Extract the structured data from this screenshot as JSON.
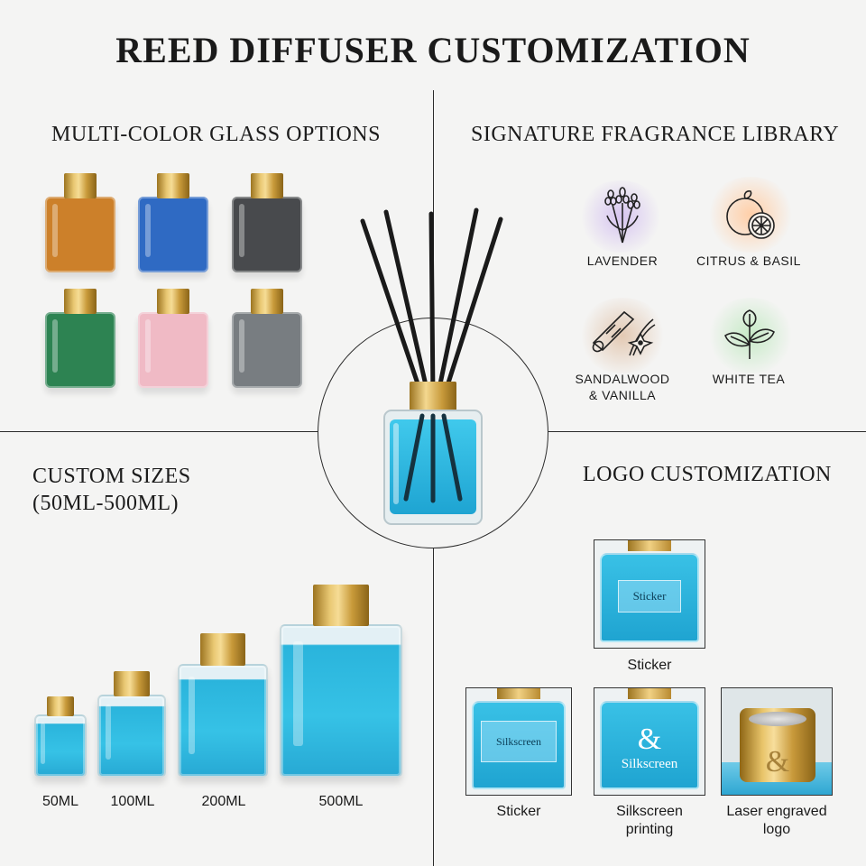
{
  "title": "REED DIFFUSER CUSTOMIZATION",
  "sections": {
    "glass": {
      "title": "MULTI-COLOR GLASS OPTIONS",
      "colors": [
        "#c9771a",
        "#1f5fbf",
        "#3a3c40",
        "#1d7a45",
        "#f0b6c2",
        "#6e7378"
      ]
    },
    "fragrance": {
      "title": "SIGNATURE FRAGRANCE LIBRARY",
      "items": [
        {
          "label": "LAVENDER",
          "glow": "#d9c8f2",
          "icon": "lavender-icon"
        },
        {
          "label": "CITRUS & BASIL",
          "glow": "#ffd3b0",
          "icon": "citrus-icon"
        },
        {
          "label_line1": "SANDALWOOD",
          "label_line2": "& VANILLA",
          "glow": "#e6cdb8",
          "icon": "sandalwood-vanilla-icon"
        },
        {
          "label": "WHITE TEA",
          "glow": "#c9ecc9",
          "icon": "tea-leaf-icon"
        }
      ]
    },
    "sizes": {
      "title_line1": "CUSTOM SIZES",
      "title_line2": "(50ML-500ML)",
      "items": [
        "50ML",
        "100ML",
        "200ML",
        "500ML"
      ]
    },
    "logo": {
      "title": "LOGO CUSTOMIZATION",
      "top_card_text": "Sticker",
      "top_caption": "Sticker",
      "cards": [
        {
          "label_text": "Silkscreen",
          "caption_line1": "Sticker",
          "caption_line2": ""
        },
        {
          "label_text_1": "&",
          "label_text_2": "Silkscreen",
          "caption_line1": "Silkscreen",
          "caption_line2": "printing"
        },
        {
          "label_text": "&",
          "caption_line1": "Laser engraved",
          "caption_line2": "logo"
        }
      ]
    }
  }
}
